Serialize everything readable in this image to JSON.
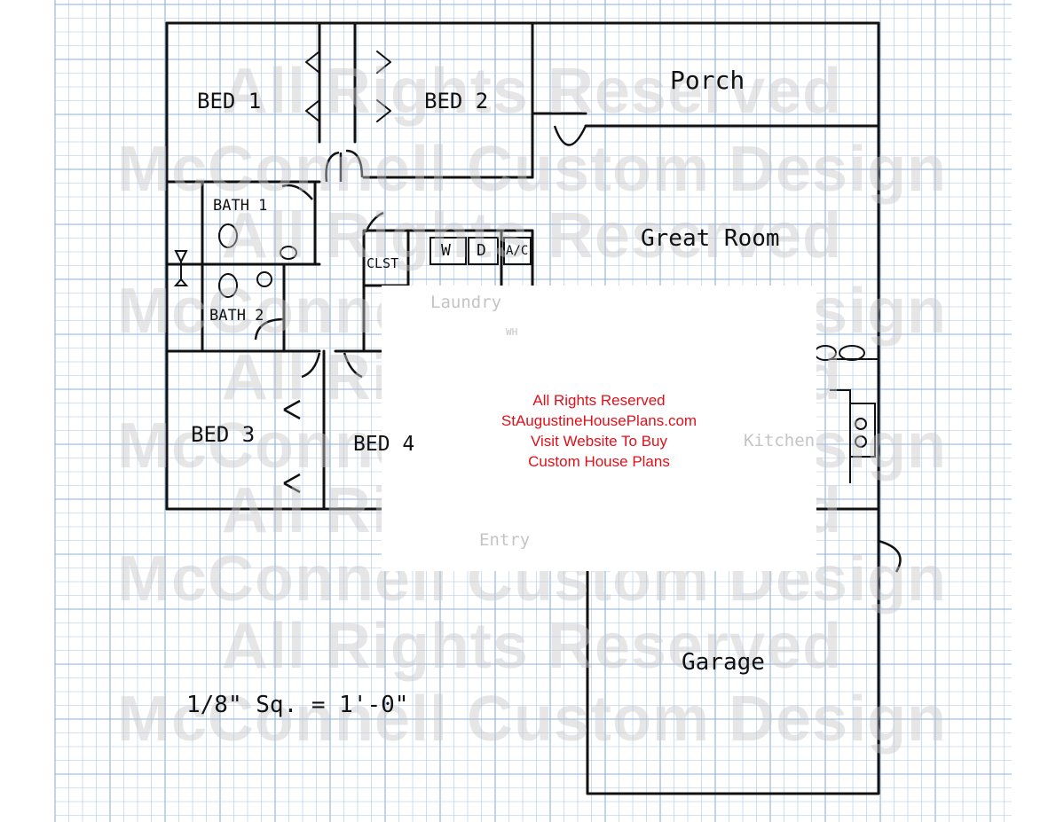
{
  "rooms": {
    "bed1": "BED 1",
    "bed2": "BED 2",
    "porch": "Porch",
    "bath1": "BATH 1",
    "bath2": "BATH 2",
    "great_room": "Great Room",
    "clst": "CLST",
    "washer": "W",
    "dryer": "D",
    "ac": "A/C",
    "laundry": "Laundry",
    "water_heater": "WH",
    "bed3": "BED 3",
    "bed4": "BED 4",
    "kitchen": "Kitchen",
    "entry": "Entry",
    "garage": "Garage"
  },
  "scale_note": "1/8\" Sq. = 1'-0\"",
  "notice": {
    "line1": "All Rights Reserved",
    "line2": "StAugustineHousePlans.com",
    "line3": "Visit Website To Buy",
    "line4": "Custom House Plans",
    "color": "#e0101a"
  },
  "watermark": {
    "line_rights": "All Rights Reserved",
    "line_company": "McConnell Custom Design"
  },
  "colors": {
    "grid_line": "#aec6e6",
    "grid_line_major": "#8fb0da",
    "wall_ink": "#111111",
    "faint_ink": "#c8c8c8"
  }
}
